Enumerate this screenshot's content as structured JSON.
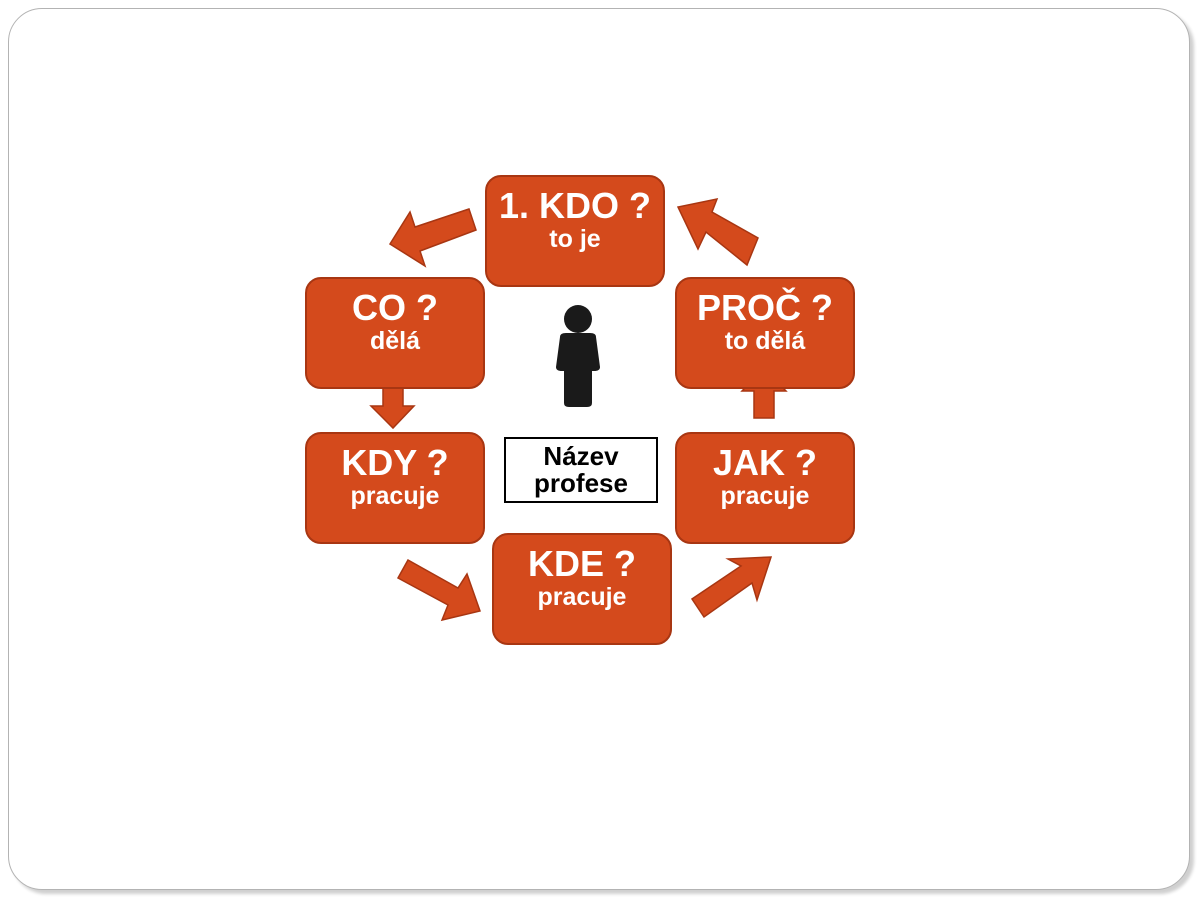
{
  "diagram": {
    "boxes": {
      "kdo": {
        "main": "1. KDO ?",
        "sub": "to je"
      },
      "co": {
        "main": "CO ?",
        "sub": "dělá"
      },
      "proc": {
        "main": "PROČ ?",
        "sub": "to dělá"
      },
      "kdy": {
        "main": "KDY ?",
        "sub": "pracuje"
      },
      "jak": {
        "main": "JAK ?",
        "sub": "pracuje"
      },
      "kde": {
        "main": "KDE ?",
        "sub": "pracuje"
      }
    },
    "center": {
      "line1": "Název",
      "line2": "profese"
    },
    "icons": {
      "person": "person-icon",
      "arrows": "arrow-icon"
    },
    "colors": {
      "box_fill": "#d44a1c",
      "box_border": "#a83612",
      "text": "#ffffff",
      "center_border": "#000000",
      "person": "#1a1a1a"
    }
  }
}
